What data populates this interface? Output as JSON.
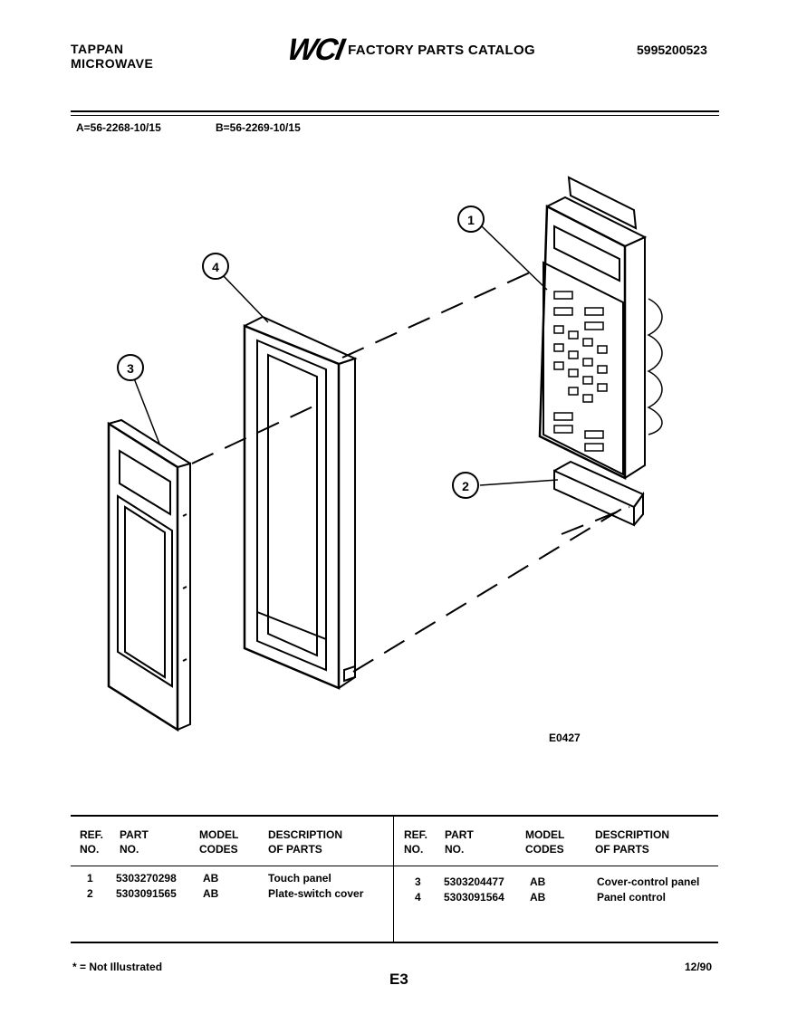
{
  "header": {
    "brand_line1": "TAPPAN",
    "brand_line2": "MICROWAVE",
    "logo": "WCI",
    "catalog_title": "FACTORY PARTS CATALOG",
    "catalog_number": "5995200523"
  },
  "models": {
    "model_a": "A=56-2268-10/15",
    "model_b": "B=56-2269-10/15"
  },
  "diagram": {
    "code": "E0427",
    "callouts": [
      "1",
      "2",
      "3",
      "4"
    ]
  },
  "parts_table": {
    "headers": {
      "ref_line1": "REF.",
      "ref_line2": "NO.",
      "part_line1": "PART",
      "part_line2": "NO.",
      "model_line1": "MODEL",
      "model_line2": "CODES",
      "desc_line1": "DESCRIPTION",
      "desc_line2": "OF PARTS"
    },
    "left_rows": [
      {
        "ref": "1",
        "part": "5303270298",
        "codes": "AB",
        "desc": "Touch panel"
      },
      {
        "ref": "2",
        "part": "5303091565",
        "codes": "AB",
        "desc": "Plate-switch cover"
      }
    ],
    "right_rows": [
      {
        "ref": "3",
        "part": "5303204477",
        "codes": "AB",
        "desc": "Cover-control panel"
      },
      {
        "ref": "4",
        "part": "5303091564",
        "codes": "AB",
        "desc": "Panel control"
      }
    ]
  },
  "footer": {
    "note": "* = Not Illustrated",
    "page": "E3",
    "date": "12/90"
  }
}
